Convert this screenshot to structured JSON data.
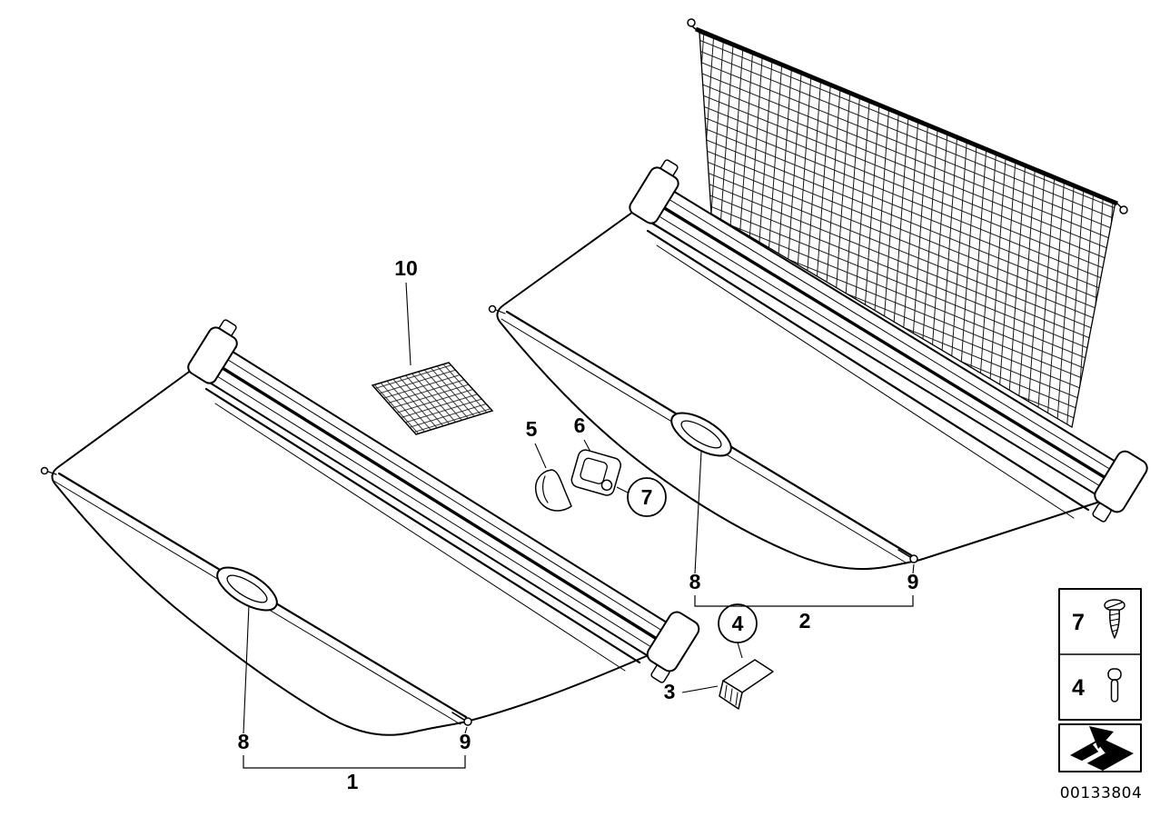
{
  "diagram": {
    "callouts": {
      "n1": "1",
      "n2": "2",
      "n3": "3",
      "n4": "4",
      "n5": "5",
      "n6": "6",
      "n7": "7",
      "n8": "8",
      "n9": "9",
      "n10": "10"
    },
    "legend": {
      "rows": [
        {
          "label": "7",
          "icon": "screw-icon"
        },
        {
          "label": "4",
          "icon": "stud-icon"
        }
      ],
      "arrow_icon": "direction-arrow-icon"
    },
    "part_number": "00133804",
    "colors": {
      "line": "#000000",
      "background": "#ffffff"
    }
  }
}
